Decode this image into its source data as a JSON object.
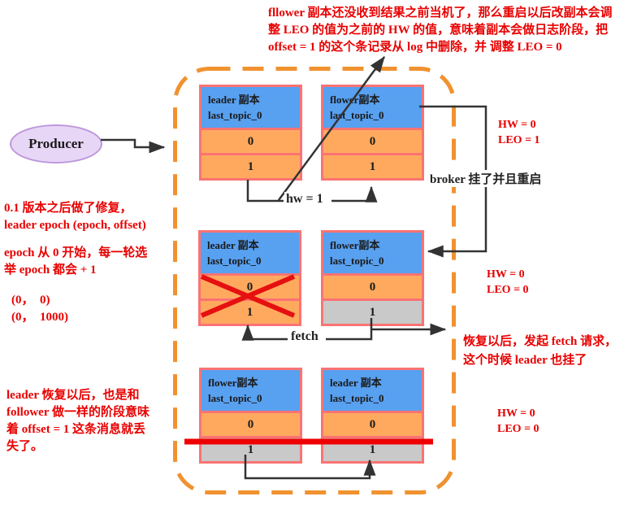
{
  "palette": {
    "header_blue": "#58a0f0",
    "row_orange": "#ffa95f",
    "row_gray": "#c9c9c9",
    "table_border": "#fa7373",
    "dashed_border": "#f0922f",
    "note_red": "#e80000",
    "strike_red": "#ee0000",
    "line_black": "#333333",
    "producer_fill": "#e8d6f7",
    "producer_border": "#bd97dc"
  },
  "producer": {
    "label": "Producer"
  },
  "top_note": "fllower 副本还没收到结果之前当机了，那么重启以后改副本会调\n整 LEO 的值为之前的 HW 的值，意味着副本会做日志阶段，把\noffset = 1 的这个条记录从 log 中删除，并 调整 LEO = 0",
  "left_notes": {
    "fix": "0.1 版本之后做了修复，\nleader epoch (epoch, offset)",
    "epoch": "epoch 从 0 开始，每一轮选\n举 epoch 都会 + 1",
    "pairs": "(0，  0)\n(0，  1000)",
    "bottom": "leader 恢复以后，也是和\nfollower 做一样的阶段意味\n着 offset = 1 这条消息就丢\n失了。"
  },
  "tables": [
    {
      "title": "leader 副本",
      "topic": "last_topic_0",
      "rows": [
        "0",
        "1"
      ]
    },
    {
      "title": "flower副本",
      "topic": "last_topic_0",
      "rows": [
        "0",
        "1"
      ]
    },
    {
      "title": "leader 副本",
      "topic": "last_topic_0",
      "rows": [
        "0",
        "1"
      ]
    },
    {
      "title": "flower副本",
      "topic": "last_topic_0",
      "rows": [
        "0",
        "1"
      ]
    },
    {
      "title": "flower副本",
      "topic": "last_topic_0",
      "rows": [
        "0",
        "1"
      ]
    },
    {
      "title": "leader 副本",
      "topic": "last_topic_0",
      "rows": [
        "0",
        "1"
      ]
    }
  ],
  "labels": {
    "hw": "hw = 1",
    "fetch": "fetch",
    "broker": "broker 挂了并且重启",
    "recover": "恢复以后，发起 fetch 请求，\n这个时候 leader 也挂了"
  },
  "annotations": {
    "state1": "HW = 0\nLEO = 1",
    "state2": "HW = 0\nLEO = 0",
    "state3": "HW = 0\nLEO = 0"
  }
}
